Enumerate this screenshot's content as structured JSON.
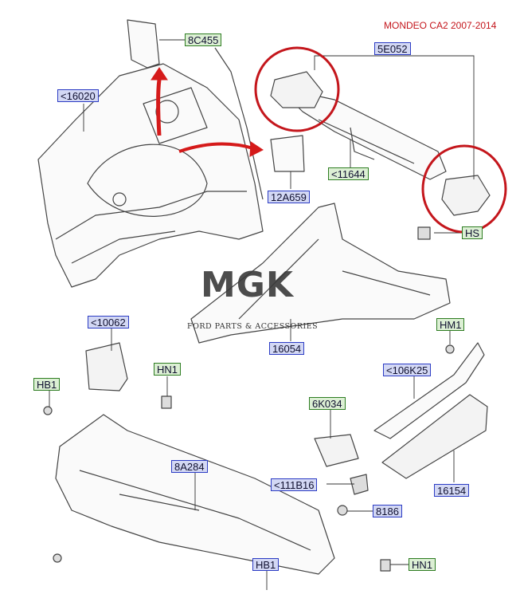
{
  "title": "MONDEO CA2 2007-2014",
  "watermark": {
    "brand": "MGK",
    "tagline": "FORD PARTS & ACCESSORIES"
  },
  "labels": {
    "8C455": "8C455",
    "5E052": "5E052",
    "16020": "<16020",
    "11644": "<11644",
    "12A659": "12A659",
    "HS": "HS",
    "10062": "<10062",
    "16054": "16054",
    "HM1": "HM1",
    "HN1_a": "HN1",
    "106K25": "<106K25",
    "HB1_a": "HB1",
    "6K034": "6K034",
    "8A284": "8A284",
    "111B16": "<111B16",
    "16154": "16154",
    "8186": "8186",
    "HB1_b": "HB1",
    "HN1_b": "HN1"
  },
  "colors": {
    "blue_label": "#2c3cc4",
    "green_label": "#2e7d22",
    "highlight": "#c4161c"
  }
}
